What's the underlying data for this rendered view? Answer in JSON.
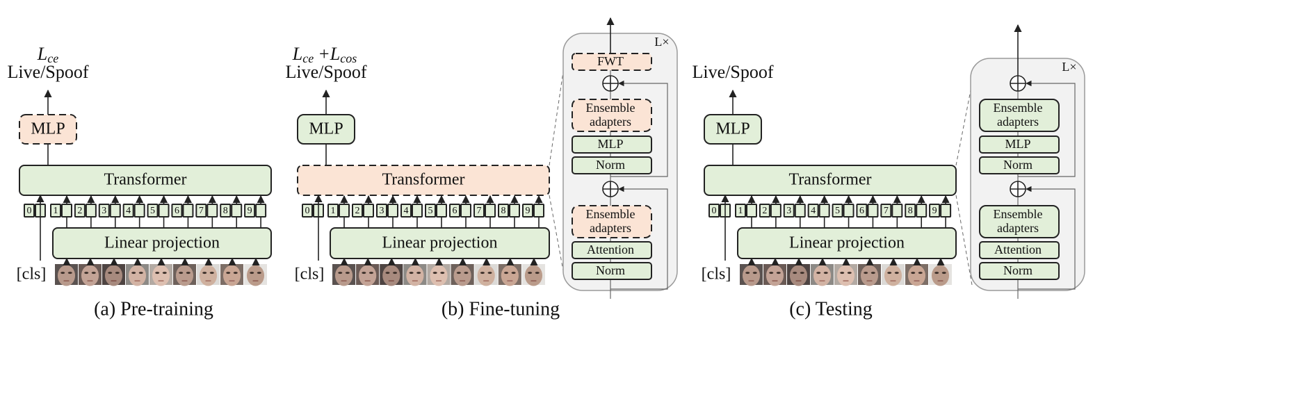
{
  "panels": [
    {
      "id": "a",
      "caption": "(a) Pre-training",
      "loss_main": "L",
      "loss_sub": "ce",
      "loss_extra": "",
      "loss_extra_sub": "",
      "output_label": "Live/Spoof",
      "mlp_label": "MLP",
      "mlp_style": "pink",
      "transformer_label": "Transformer",
      "transformer_style": "green",
      "linear_label": "Linear projection",
      "cls_label": "[cls]",
      "tokens": [
        "0",
        "1",
        "2",
        "3",
        "4",
        "5",
        "6",
        "7",
        "8",
        "9"
      ]
    },
    {
      "id": "b",
      "caption": "(b) Fine-tuning",
      "loss_main": "L",
      "loss_sub": "ce",
      "loss_extra": "+L",
      "loss_extra_sub": "cos",
      "output_label": "Live/Spoof",
      "mlp_label": "MLP",
      "mlp_style": "green",
      "transformer_label": "Transformer",
      "transformer_style": "pink",
      "linear_label": "Linear projection",
      "cls_label": "[cls]",
      "tokens": [
        "0",
        "1",
        "2",
        "3",
        "4",
        "5",
        "6",
        "7",
        "8",
        "9"
      ]
    },
    {
      "id": "c",
      "caption": "(c) Testing",
      "loss_main": "",
      "loss_sub": "",
      "loss_extra": "",
      "loss_extra_sub": "",
      "output_label": "Live/Spoof",
      "mlp_label": "MLP",
      "mlp_style": "green",
      "transformer_label": "Transformer",
      "transformer_style": "green",
      "linear_label": "Linear projection",
      "cls_label": "[cls]",
      "tokens": [
        "0",
        "1",
        "2",
        "3",
        "4",
        "5",
        "6",
        "7",
        "8",
        "9"
      ]
    }
  ],
  "blocks": [
    {
      "id": "b",
      "repeat_label": "L×",
      "fwt_label": "FWT",
      "upper_adapters": "Ensemble adapters",
      "mlp_label": "MLP",
      "norm_upper": "Norm",
      "lower_adapters": "Ensemble adapters",
      "attention_label": "Attention",
      "norm_lower": "Norm",
      "adapter_style": "pink",
      "has_fwt": true
    },
    {
      "id": "c",
      "repeat_label": "L×",
      "fwt_label": "",
      "upper_adapters": "Ensemble adapters",
      "mlp_label": "MLP",
      "norm_upper": "Norm",
      "lower_adapters": "Ensemble adapters",
      "attention_label": "Attention",
      "norm_lower": "Norm",
      "adapter_style": "green",
      "has_fwt": false
    }
  ],
  "colors": {
    "green_fill": "#e2efd9",
    "pink_fill": "#fbe4d5",
    "block_bg": "#f2f2f2",
    "stroke": "#222222"
  }
}
